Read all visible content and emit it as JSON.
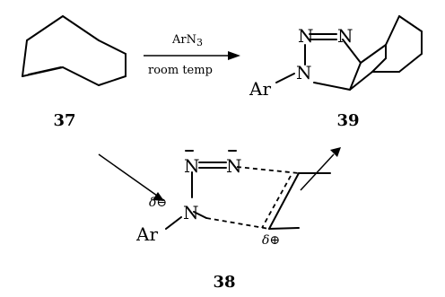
{
  "compounds": {
    "reactant": {
      "label": "37"
    },
    "product": {
      "label": "39",
      "atoms": {
        "n1": "N",
        "n2": "N",
        "n3": "N",
        "ar": "Ar"
      }
    },
    "intermediate": {
      "label": "38",
      "atoms": {
        "n1": "N",
        "n2": "N",
        "n3": "N",
        "ar": "Ar"
      },
      "charges": {
        "negative": "δ⊖",
        "positive": "δ⊕"
      }
    }
  },
  "reaction": {
    "reagent": {
      "main": "ArN",
      "subscript": "3"
    },
    "condition": "room temp"
  }
}
